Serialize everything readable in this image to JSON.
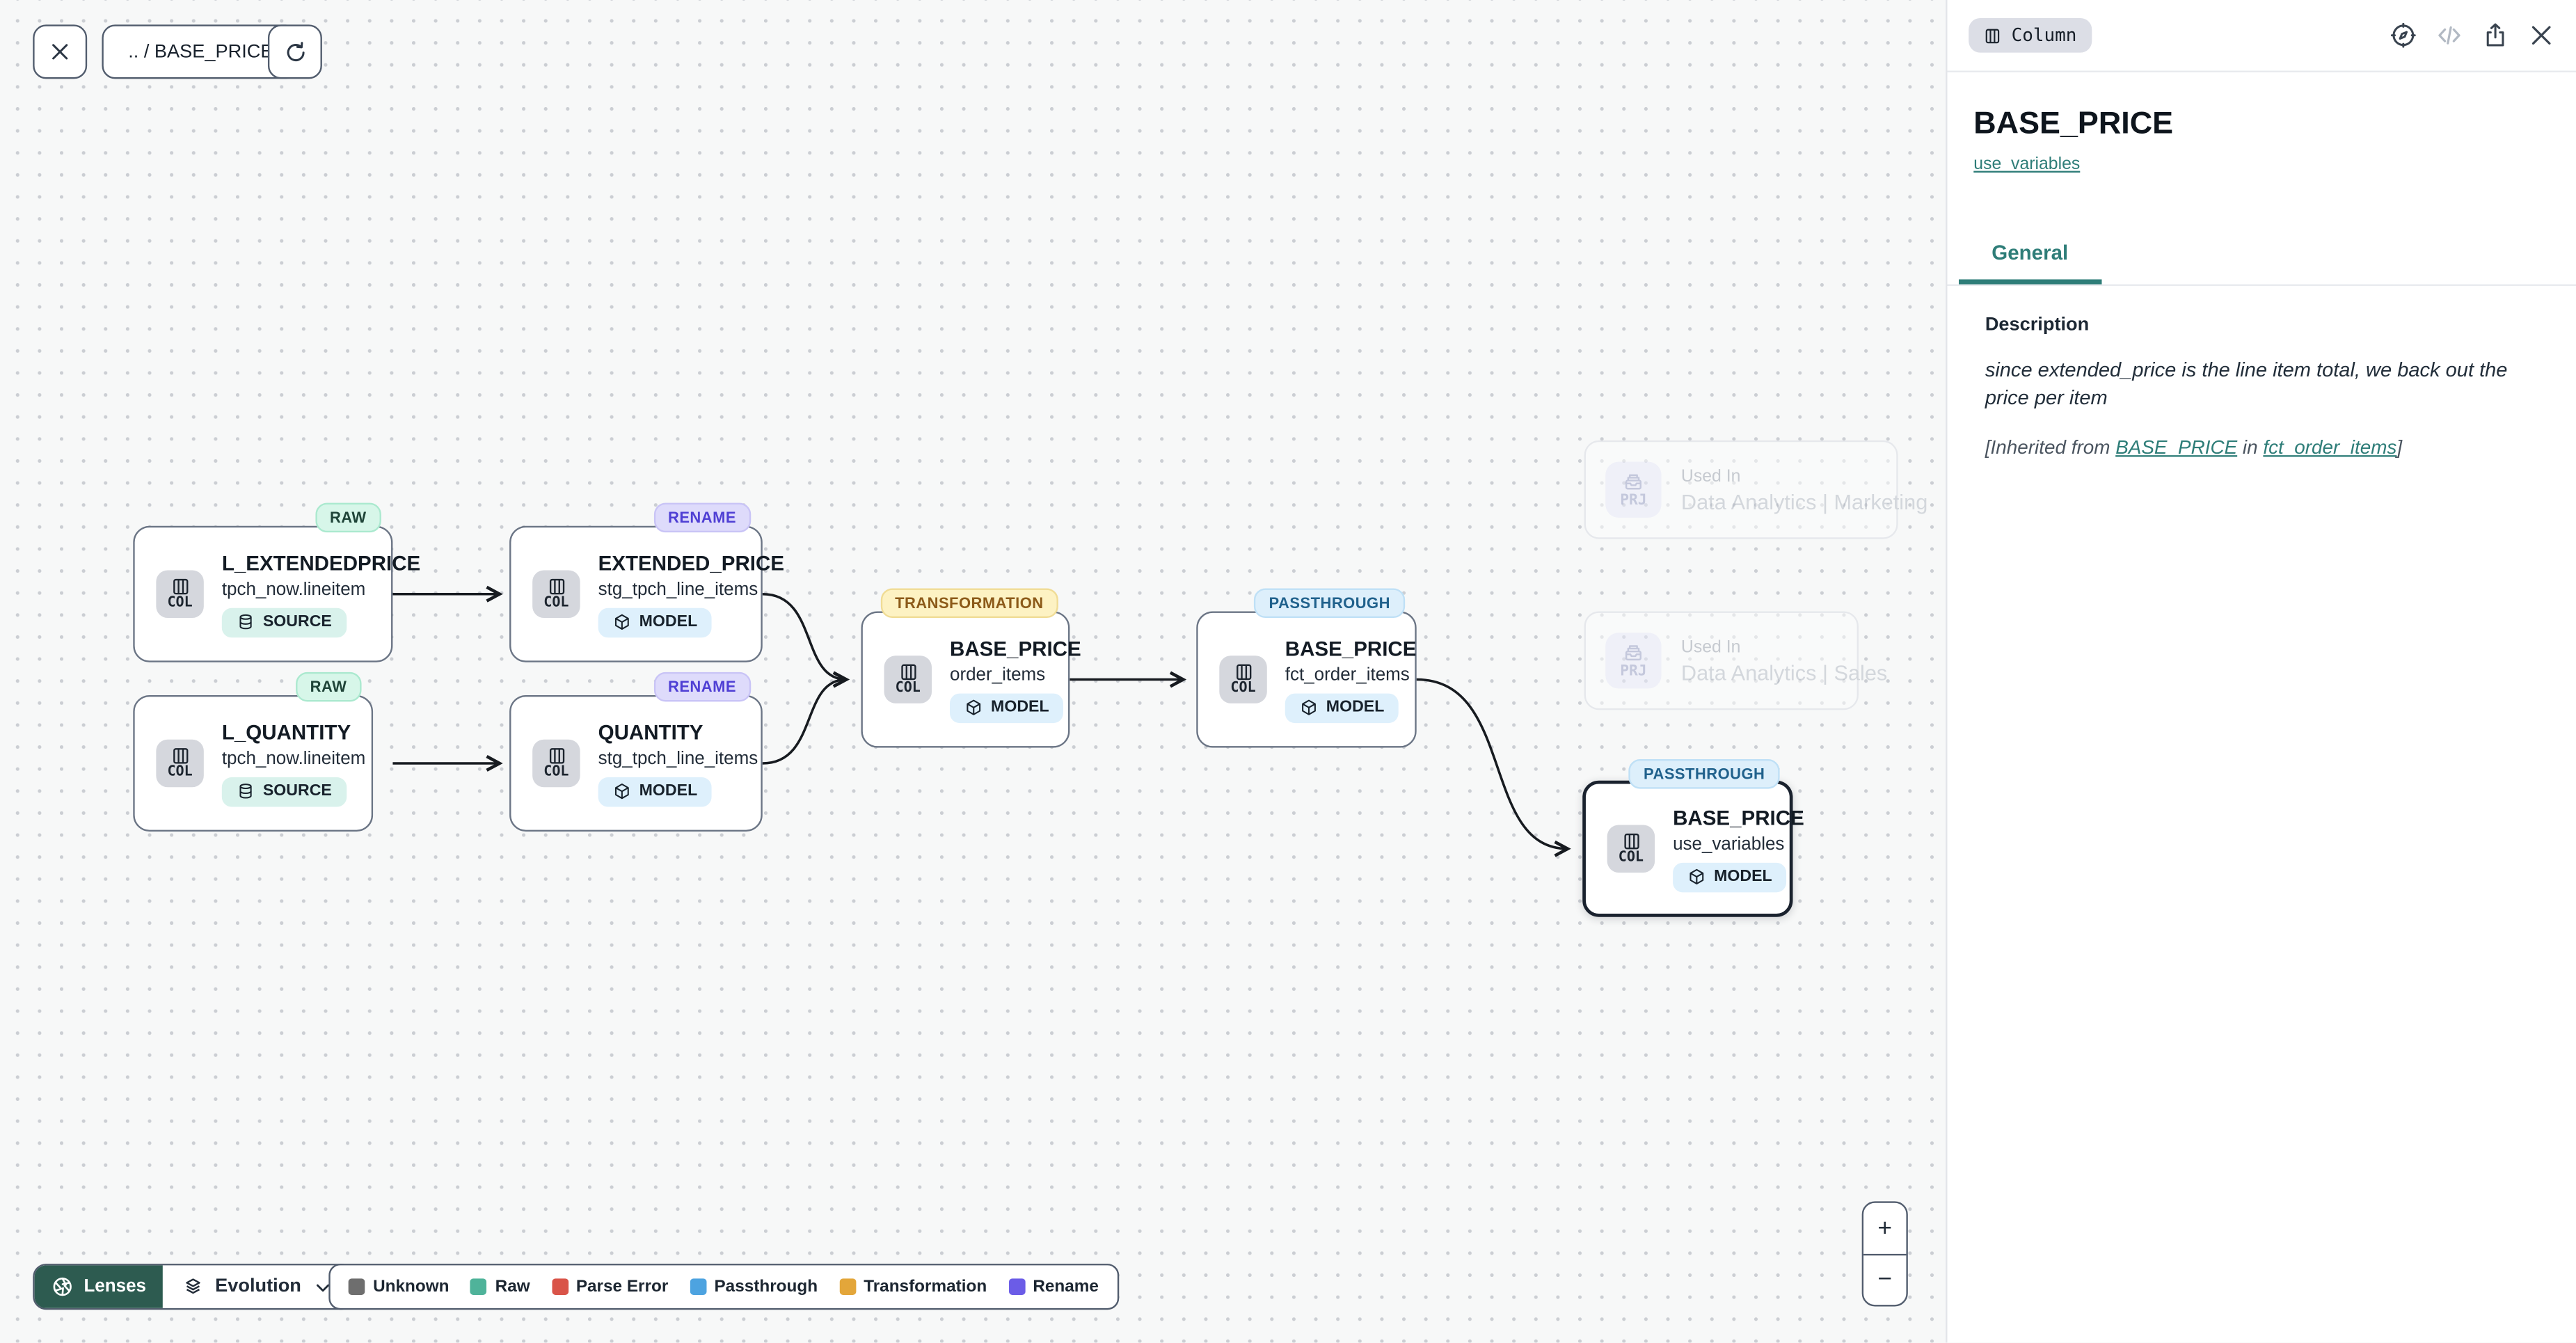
{
  "toolbar": {
    "breadcrumb": ".. / BASE_PRICE"
  },
  "canvas": {
    "nodes": [
      {
        "lens": "RAW",
        "title": "L_EXTENDEDPRICE",
        "subtitle": "tpch_now.lineitem",
        "entity": "SOURCE",
        "icon_label": "COL",
        "selected": false
      },
      {
        "lens": "RENAME",
        "title": "EXTENDED_PRICE",
        "subtitle": "stg_tpch_line_items",
        "entity": "MODEL",
        "icon_label": "COL",
        "selected": false
      },
      {
        "lens": "RAW",
        "title": "L_QUANTITY",
        "subtitle": "tpch_now.lineitem",
        "entity": "SOURCE",
        "icon_label": "COL",
        "selected": false
      },
      {
        "lens": "RENAME",
        "title": "QUANTITY",
        "subtitle": "stg_tpch_line_items",
        "entity": "MODEL",
        "icon_label": "COL",
        "selected": false
      },
      {
        "lens": "TRANSFORMATION",
        "title": "BASE_PRICE",
        "subtitle": "order_items",
        "entity": "MODEL",
        "icon_label": "COL",
        "selected": false
      },
      {
        "lens": "PASSTHROUGH",
        "title": "BASE_PRICE",
        "subtitle": "fct_order_items",
        "entity": "MODEL",
        "icon_label": "COL",
        "selected": false
      },
      {
        "lens": "PASSTHROUGH",
        "title": "BASE_PRICE",
        "subtitle": "use_variables",
        "entity": "MODEL",
        "icon_label": "COL",
        "selected": true
      }
    ],
    "used_in": [
      {
        "label": "Used In",
        "project": "Data Analytics | Marketing",
        "icon_label": "PRJ"
      },
      {
        "label": "Used In",
        "project": "Data Analytics | Sales",
        "icon_label": "PRJ"
      }
    ]
  },
  "lenses": {
    "button_label": "Lenses",
    "selected_lens": "Evolution"
  },
  "legend": {
    "items": [
      {
        "label": "Unknown",
        "color": "#6e6e6e"
      },
      {
        "label": "Raw",
        "color": "#4fb39a"
      },
      {
        "label": "Parse Error",
        "color": "#d95449"
      },
      {
        "label": "Passthrough",
        "color": "#4da3e0"
      },
      {
        "label": "Transformation",
        "color": "#e3a63a"
      },
      {
        "label": "Rename",
        "color": "#6b5ce7"
      }
    ]
  },
  "zoom": {
    "in_label": "+",
    "out_label": "−"
  },
  "panel": {
    "type_badge": "Column",
    "title": "BASE_PRICE",
    "model_link": "use_variables",
    "tab_general": "General",
    "section_heading": "Description",
    "description": "since extended_price is the line item total, we back out the price per item",
    "inherited_prefix": "[Inherited from ",
    "inherited_link_column": "BASE_PRICE",
    "inherited_middle": " in ",
    "inherited_link_model": "fct_order_items",
    "inherited_suffix": "]"
  },
  "colors": {
    "accent_teal": "#2e7d78",
    "lenses_button_bg": "#2d5b50",
    "selected_node_border": "#1a222e",
    "lens_raw_bg": "#d7f6e9",
    "lens_rename_bg": "#dedbfb",
    "lens_transformation_bg": "#fdf2c3",
    "lens_passthrough_bg": "#ddeffb",
    "source_pill_bg": "#d9f2ec",
    "model_pill_bg": "#def0fc"
  }
}
